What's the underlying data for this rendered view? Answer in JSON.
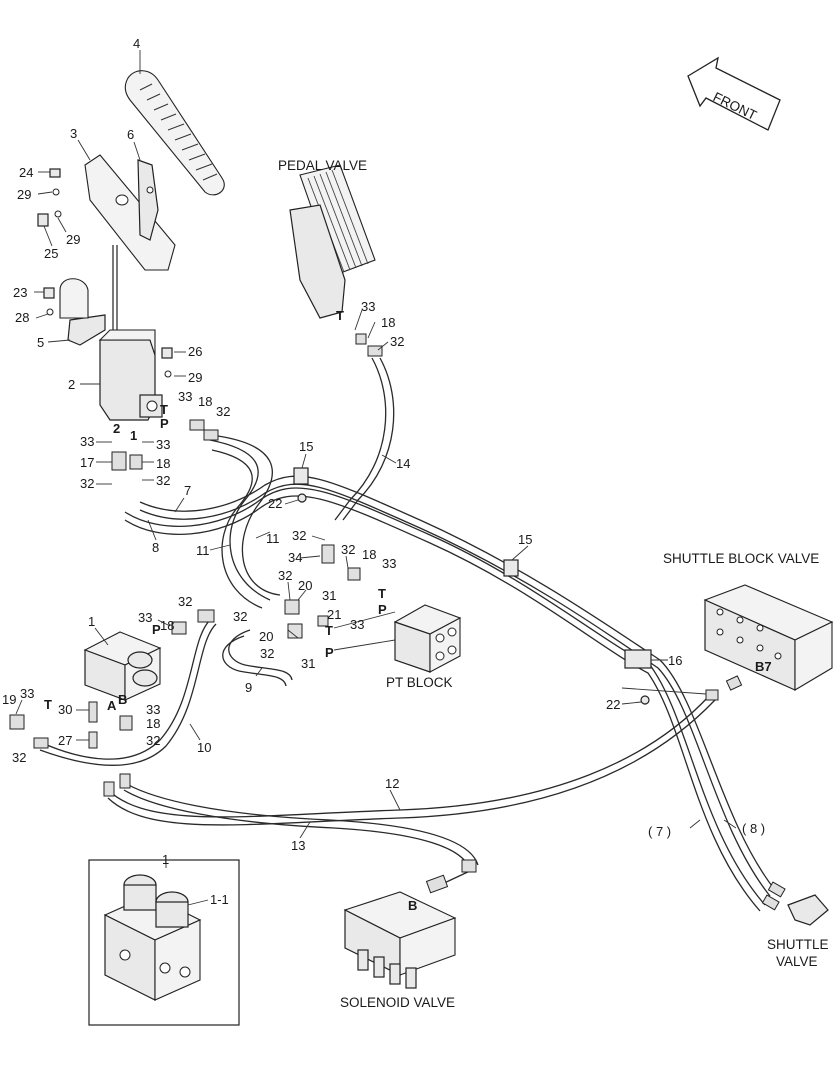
{
  "labels": {
    "pedal_valve": "PEDAL VALVE",
    "shuttle_block_valve": "SHUTTLE BLOCK VALVE",
    "pt_block": "PT BLOCK",
    "solenoid_valve": "SOLENOID VALVE",
    "shuttle_valve_1": "SHUTTLE",
    "shuttle_valve_2": "VALVE",
    "front": "FRONT"
  },
  "callouts": [
    {
      "id": "c4",
      "text": "4"
    },
    {
      "id": "c3",
      "text": "3"
    },
    {
      "id": "c6",
      "text": "6"
    },
    {
      "id": "c24",
      "text": "24"
    },
    {
      "id": "c29a",
      "text": "29"
    },
    {
      "id": "c25",
      "text": "25"
    },
    {
      "id": "c29b",
      "text": "29"
    },
    {
      "id": "c23",
      "text": "23"
    },
    {
      "id": "c28",
      "text": "28"
    },
    {
      "id": "c5",
      "text": "5"
    },
    {
      "id": "c26",
      "text": "26"
    },
    {
      "id": "c29c",
      "text": "29"
    },
    {
      "id": "c2",
      "text": "2"
    },
    {
      "id": "c33a",
      "text": "33"
    },
    {
      "id": "c18a",
      "text": "18"
    },
    {
      "id": "c32a",
      "text": "32"
    },
    {
      "id": "c33b",
      "text": "33"
    },
    {
      "id": "c33c",
      "text": "33"
    },
    {
      "id": "c17",
      "text": "17"
    },
    {
      "id": "c18b",
      "text": "18"
    },
    {
      "id": "c32b",
      "text": "32"
    },
    {
      "id": "c32c",
      "text": "32"
    },
    {
      "id": "c7",
      "text": "7"
    },
    {
      "id": "c8",
      "text": "8"
    },
    {
      "id": "c11a",
      "text": "11"
    },
    {
      "id": "c11b",
      "text": "11"
    },
    {
      "id": "c15a",
      "text": "15"
    },
    {
      "id": "c22a",
      "text": "22"
    },
    {
      "id": "c14",
      "text": "14"
    },
    {
      "id": "c33d",
      "text": "33"
    },
    {
      "id": "c18c",
      "text": "18"
    },
    {
      "id": "c32d",
      "text": "32"
    },
    {
      "id": "c32e",
      "text": "32"
    },
    {
      "id": "c34",
      "text": "34"
    },
    {
      "id": "c32f",
      "text": "32"
    },
    {
      "id": "c18d",
      "text": "18"
    },
    {
      "id": "c33e",
      "text": "33"
    },
    {
      "id": "c32g",
      "text": "32"
    },
    {
      "id": "c20a",
      "text": "20"
    },
    {
      "id": "c31a",
      "text": "31"
    },
    {
      "id": "c21",
      "text": "21"
    },
    {
      "id": "c33f",
      "text": "33"
    },
    {
      "id": "c32h",
      "text": "32"
    },
    {
      "id": "c20b",
      "text": "20"
    },
    {
      "id": "c32i",
      "text": "32"
    },
    {
      "id": "c31b",
      "text": "31"
    },
    {
      "id": "c15b",
      "text": "15"
    },
    {
      "id": "c16",
      "text": "16"
    },
    {
      "id": "c22b",
      "text": "22"
    },
    {
      "id": "c1a",
      "text": "1"
    },
    {
      "id": "c33g",
      "text": "33"
    },
    {
      "id": "c18e",
      "text": "18"
    },
    {
      "id": "c32j",
      "text": "32"
    },
    {
      "id": "c9",
      "text": "9"
    },
    {
      "id": "c19",
      "text": "19"
    },
    {
      "id": "c33h",
      "text": "33"
    },
    {
      "id": "c30",
      "text": "30"
    },
    {
      "id": "c33i",
      "text": "33"
    },
    {
      "id": "c18f",
      "text": "18"
    },
    {
      "id": "c27",
      "text": "27"
    },
    {
      "id": "c32k",
      "text": "32"
    },
    {
      "id": "c32l",
      "text": "32"
    },
    {
      "id": "c10",
      "text": "10"
    },
    {
      "id": "c12",
      "text": "12"
    },
    {
      "id": "c13",
      "text": "13"
    },
    {
      "id": "c7p",
      "text": "( 7 )"
    },
    {
      "id": "c8p",
      "text": "( 8 )"
    },
    {
      "id": "c1b",
      "text": "1"
    },
    {
      "id": "c1_1",
      "text": "1-1"
    }
  ],
  "ports": [
    {
      "id": "pT1",
      "text": "T"
    },
    {
      "id": "pP1",
      "text": "P"
    },
    {
      "id": "p2",
      "text": "2"
    },
    {
      "id": "p1",
      "text": "1"
    },
    {
      "id": "pT2",
      "text": "T"
    },
    {
      "id": "pT3",
      "text": "T"
    },
    {
      "id": "pP3",
      "text": "P"
    },
    {
      "id": "pT4",
      "text": "T"
    },
    {
      "id": "pP4",
      "text": "P"
    },
    {
      "id": "pP5",
      "text": "P"
    },
    {
      "id": "pT5",
      "text": "T"
    },
    {
      "id": "pA",
      "text": "A"
    },
    {
      "id": "pB",
      "text": "B"
    },
    {
      "id": "pB7",
      "text": "B7"
    },
    {
      "id": "pBsol",
      "text": "B"
    }
  ]
}
